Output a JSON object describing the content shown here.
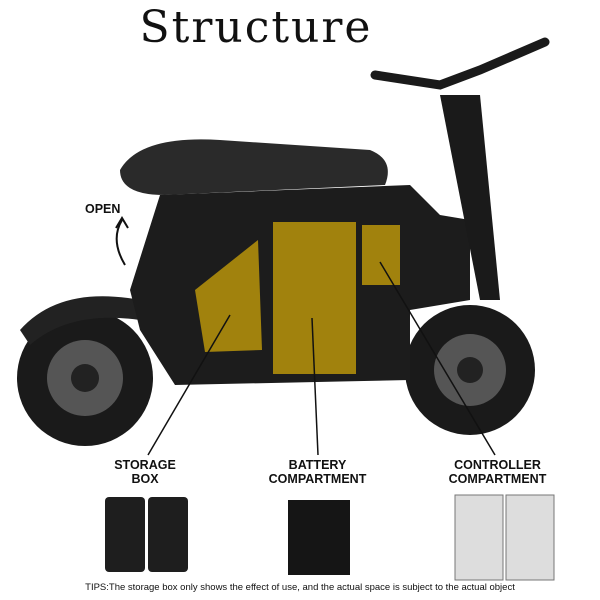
{
  "title": "Structure",
  "open_label": "OPEN",
  "labels": {
    "storage": [
      "STORAGE",
      "BOX"
    ],
    "battery": [
      "BATTERY",
      "COMPARTMENT"
    ],
    "controller": [
      "CONTROLLER",
      "COMPARTMENT"
    ]
  },
  "tips": "TIPS:The storage box only shows the effect of use, and the actual space is subject to the actual object",
  "colors": {
    "panel": "#b8940a",
    "body": "#1a1a1a"
  }
}
